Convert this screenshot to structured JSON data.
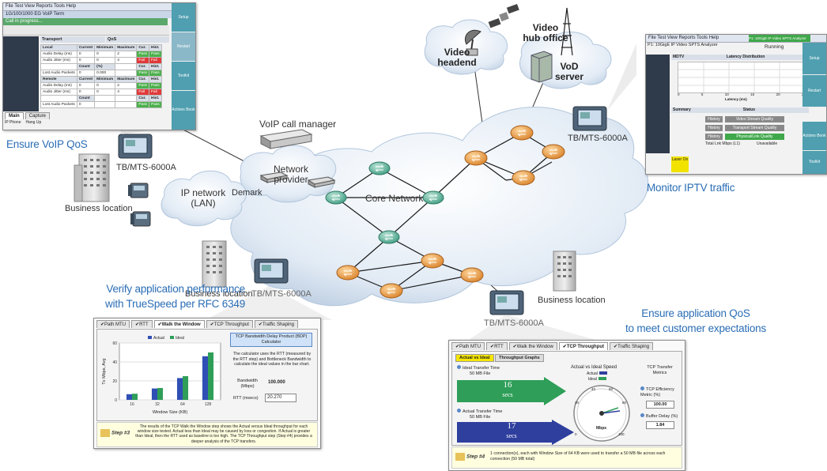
{
  "network": {
    "video_headend": [
      "Video",
      "headend"
    ],
    "video_hub_office": [
      "Video",
      "hub office"
    ],
    "vod_server": [
      "VoD",
      "server"
    ],
    "voip_call_manager": "VoIP call manager",
    "network_provider": [
      "Network",
      "provider"
    ],
    "core_network": "Core Network",
    "ip_network": [
      "IP network",
      "(LAN)"
    ],
    "demark": "Demark",
    "business_location": "Business location",
    "tester": "TB/MTS-6000A"
  },
  "captions": {
    "voip": "Ensure VoIP QoS",
    "iptv": "Monitor IPTV traffic",
    "truespeed": [
      "Verify application performance",
      "with TrueSpeed per RFC 6349"
    ],
    "app_qos": [
      "Ensure application QoS",
      "to meet customer expectations"
    ]
  },
  "voip_panel": {
    "menu": "File  Test  View  Reports  Tools  Help",
    "title": "1G/100/1000 EG VoIP Term",
    "status": "Call in progress...",
    "side_buttons": [
      "Setup",
      "Restart",
      "Toolkit",
      "Actions Book"
    ],
    "section_transport": "Transport",
    "section_qos": "QoS",
    "local": "Local",
    "remote": "Remote",
    "cols": [
      "Current",
      "Minimum",
      "Maximum",
      "Cur.",
      "Hist."
    ],
    "rows": [
      "Audio Delay (ms)",
      "Audio Jitter (ms)",
      "Lost Audio Packets"
    ],
    "count": "Count",
    "pct": "(%)",
    "pass": "Pass",
    "fail": "Fail",
    "tabs": [
      "Main",
      "Capture"
    ],
    "bottom": [
      "IP Phone",
      "Hang Up"
    ]
  },
  "iptv_panel": {
    "menu": "File  Test  View  Reports  Tools  Help",
    "title": "P1: 10GigE IP Video SPTS Analyzer",
    "status_right": "P1: 10GigE IP Video SPTS Analyzer",
    "running": "Running",
    "mdtv": "MDTV",
    "latency": "Latency Distribution",
    "axis": "Latency (ms)",
    "ticks": [
      "0",
      "5",
      "10",
      "15",
      "20",
      "25"
    ],
    "summary": "Summary",
    "status": "Status",
    "history": "History",
    "rows": [
      "Video Stream Quality",
      "Transport Stream Quality",
      "Physical/Link Quality"
    ],
    "total": "Total Lnk Mbps (L1)",
    "unavailable": "Unavailable",
    "side_buttons": [
      "Setup",
      "Restart",
      "Actions Book",
      "Toolkit"
    ],
    "laser": "Laser On"
  },
  "truespeed_panel": {
    "tabs": [
      "Path MTU",
      "RTT",
      "Walk the Window",
      "TCP Throughput",
      "Traffic Shaping"
    ],
    "active_tab": 2,
    "box_title": "TCP Bandwidth Delay Product (BDP) Calculator",
    "description": "The calculator uses the RTT (measured by the RTT step) and Bottleneck Bandwidth to calculate the ideal values in the bar chart.",
    "bandwidth_label": "Bandwidth (Mbps)",
    "bandwidth_value": "100.000",
    "rtt_label": "RTT (msecs)",
    "rtt_value": "20.270",
    "step": "Step #3",
    "footer": "The results of the TCP Walk the Window step shows the Actual versus Ideal throughput for each window size tested. Actual less than Ideal may be caused by loss or congestion. If Actual is greater than Ideal, then the RTT used as baseline is too high. The TCP Throughput step (Step #4) provides a deeper analysis of the TCP transfers."
  },
  "chart_data": {
    "type": "bar",
    "categories": [
      "16",
      "32",
      "64",
      "128"
    ],
    "series": [
      {
        "name": "Actual",
        "values": [
          6,
          12,
          23,
          46
        ]
      },
      {
        "name": "Ideal",
        "values": [
          6.5,
          12.5,
          25,
          50
        ]
      }
    ],
    "xlabel": "Window Size (KB)",
    "ylabel": "Tx Mbps, Avg",
    "ylim": [
      0,
      60
    ],
    "yticks": [
      0,
      20,
      40,
      60
    ],
    "colors": {
      "Actual": "#2f4fb5",
      "Ideal": "#2e9e58"
    },
    "legend": "top"
  },
  "throughput_panel": {
    "tabs": [
      "Path MTU",
      "RTT",
      "Walk the Window",
      "TCP Throughput",
      "Traffic Shaping"
    ],
    "active_tab": 3,
    "subtabs": [
      "Actual vs Ideal",
      "Throughput Graphs"
    ],
    "ideal_label": "Ideal Transfer Time",
    "ideal_file": "50 MB File",
    "ideal_value": "16",
    "ideal_unit": "secs",
    "actual_label": "Actual Transfer Time",
    "actual_file": "50 MB File",
    "actual_value": "17",
    "actual_unit": "secs",
    "speed_title": "Actual vs Ideal Speed",
    "legend_actual": "Actual",
    "legend_ideal": "Ideal",
    "gauge_unit": "Mbps",
    "gauge_ticks": [
      "0",
      "20",
      "40",
      "60",
      "80",
      "100"
    ],
    "metrics_title": "TCP Transfer Metrics",
    "efficiency_label": "TCP Efficiency Metric (%)",
    "efficiency_value": "100.00",
    "buffer_label": "Buffer Delay (%)",
    "buffer_value": "1.84",
    "step": "Step #4",
    "footer": "1 connection(s), each with Window Size of 64 KB were used to transfer a 50 MB file across each connection (50 MB total)"
  },
  "colors": {
    "caption": "#2a6db5",
    "router_core": "#5fb9a0",
    "router_edge": "#e8a040",
    "cloud": "#dfe9f4"
  }
}
